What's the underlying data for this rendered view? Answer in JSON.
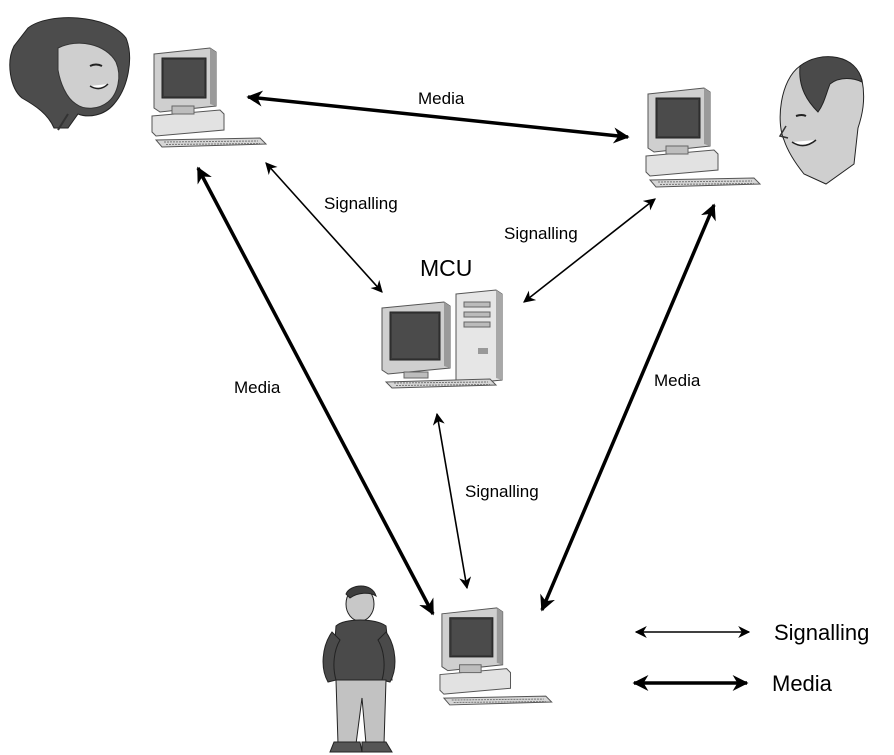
{
  "node_labels": {
    "mcu": "MCU"
  },
  "edge_labels": {
    "media_top": "Media",
    "media_left": "Media",
    "media_right": "Media",
    "signalling_top_left": "Signalling",
    "signalling_top_right": "Signalling",
    "signalling_bottom": "Signalling"
  },
  "legend": {
    "signalling": "Signalling",
    "media": "Media"
  },
  "colors": {
    "line": "#000000",
    "screen": "#3a3a3a",
    "monitor": "#d8d8d8",
    "monitor_shadow": "#9a9a9a",
    "skin": "#c8c8c8",
    "hair_dark": "#4a4a4a"
  },
  "icons": {
    "computer": "desktop-computer-icon",
    "server": "tower-computer-icon",
    "person_woman": "woman-face-icon",
    "person_man": "man-face-icon",
    "person_standing": "standing-man-icon"
  }
}
